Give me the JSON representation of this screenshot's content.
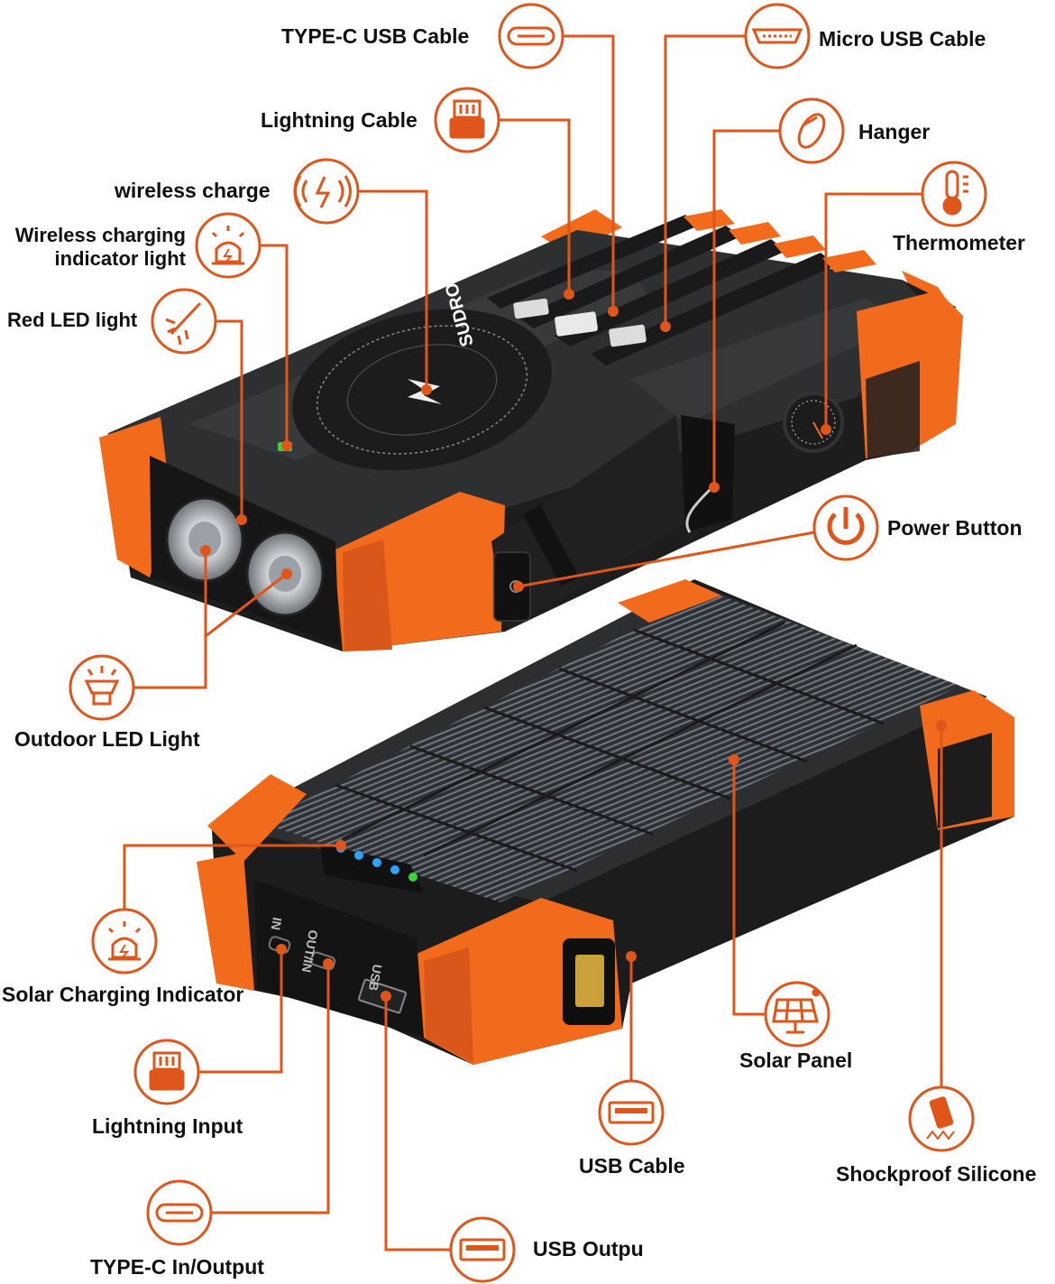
{
  "brand": {
    "name": "SUDROV"
  },
  "colors": {
    "accent": "#e8621c",
    "body": "#2b2b2b",
    "bumper": "#f26a1b",
    "leader": "#e0551a"
  },
  "callouts": {
    "type_c_cable": {
      "label": "TYPE-C USB Cable",
      "icon": "type-c-port-icon"
    },
    "micro_usb_cable": {
      "label": "Micro USB Cable",
      "icon": "micro-usb-port-icon"
    },
    "lightning_cable": {
      "label": "Lightning Cable",
      "icon": "lightning-connector-icon"
    },
    "hanger": {
      "label": "Hanger",
      "icon": "carabiner-icon"
    },
    "wireless_charge": {
      "label": "wireless charge",
      "icon": "wireless-charge-icon"
    },
    "thermometer": {
      "label": "Thermometer",
      "icon": "thermometer-icon"
    },
    "wireless_indicator": {
      "label_line1": "Wireless charging",
      "label_line2": "indicator light",
      "icon": "beacon-light-icon"
    },
    "red_led": {
      "label": "Red LED light",
      "icon": "laser-icon"
    },
    "power_button": {
      "label": "Power Button",
      "icon": "power-icon"
    },
    "outdoor_led": {
      "label": "Outdoor LED Light",
      "icon": "flashlight-icon"
    },
    "solar_indicator": {
      "label": "Solar Charging Indicator",
      "icon": "beacon-light-icon"
    },
    "solar_panel": {
      "label": "Solar Panel",
      "icon": "solar-panel-icon"
    },
    "lightning_input": {
      "label": "Lightning Input",
      "icon": "lightning-connector-icon"
    },
    "usb_cable": {
      "label": "USB Cable",
      "icon": "usb-port-icon"
    },
    "shockproof": {
      "label": "Shockproof Silicone",
      "icon": "impact-icon"
    },
    "type_c_io": {
      "label": "TYPE-C In/Output",
      "icon": "type-c-port-icon"
    },
    "usb_output": {
      "label": "USB Outpu",
      "icon": "usb-port-icon"
    }
  },
  "port_labels": {
    "in": "IN",
    "out_in": "OUT/IN",
    "usb": "USB"
  }
}
